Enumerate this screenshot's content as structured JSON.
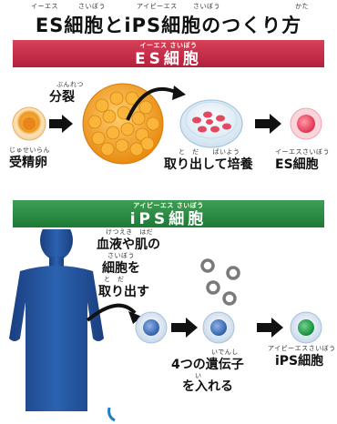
{
  "title": "ES細胞とiPS細胞のつくり方",
  "title_ruby": {
    "es": "イーエス",
    "saibou1": "さいぼう",
    "ips": "アイピーエス",
    "saibou2": "さいぼう",
    "kata": "かた"
  },
  "es_section": {
    "band_label": "ES細胞",
    "band_ruby": "イーエス さいぼう",
    "division_label": "分裂",
    "division_ruby": "ぶんれつ",
    "fertilized_egg_label": "受精卵",
    "fertilized_egg_ruby": "じゅせいらん",
    "extract_culture_label": "取り出して培養",
    "extract_culture_ruby": "と　だ　　ばいよう",
    "result_label": "ES細胞",
    "result_ruby": "イーエスさいぼう"
  },
  "ips_section": {
    "band_label": "iPS細胞",
    "band_ruby": "アイピーエス さいぼう",
    "step_label_line1": "血液や肌の",
    "step_label_line2": "細胞を",
    "step_label_line3": "取り出す",
    "step_ruby1": "けつえき　はだ",
    "step_ruby2": "さいぼう",
    "step_ruby3": "と　だ",
    "genes_label_line1": "4つの遺伝子",
    "genes_label_line2": "を入れる",
    "genes_ruby": "いでんし",
    "genes_ruby2": "い",
    "result_label": "iPS細胞",
    "result_ruby": "アイピーエスさいぼう"
  },
  "colors": {
    "es_band": "#c42c48",
    "ips_band": "#2a8c43",
    "egg_core": "#f2a12e",
    "blastocyst": "#f7a424",
    "es_cell": "#e23a55",
    "ips_cell": "#1f9d4a",
    "body": "#1d4f9a"
  }
}
